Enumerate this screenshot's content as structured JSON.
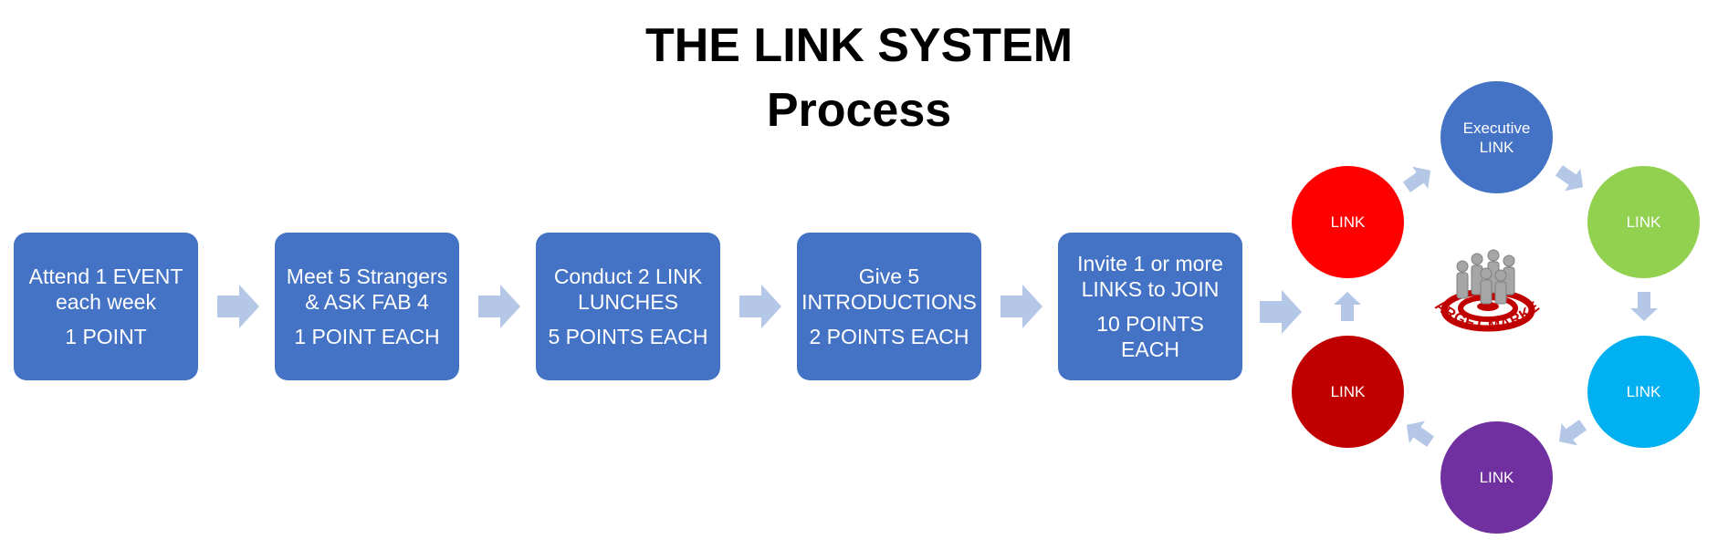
{
  "title": {
    "line1": "THE LINK SYSTEM",
    "line2": "Process"
  },
  "steps": [
    {
      "text": "Attend 1 EVENT each week",
      "points": "1 POINT"
    },
    {
      "text": "Meet 5 Strangers & ASK FAB 4",
      "points": "1 POINT EACH"
    },
    {
      "text": "Conduct 2 LINK LUNCHES",
      "points": "5 POINTS EACH"
    },
    {
      "text": "Give 5 INTRODUCTIONS",
      "points": "2 POINTS EACH"
    },
    {
      "text": "Invite 1 or more LINKS to JOIN",
      "points": "10 POINTS EACH"
    }
  ],
  "cycle": {
    "center_text": "TARGET MARKET",
    "nodes": [
      {
        "label": "Executive LINK",
        "color": "#4472c4"
      },
      {
        "label": "LINK",
        "color": "#92d050"
      },
      {
        "label": "LINK",
        "color": "#00b0f0"
      },
      {
        "label": "LINK",
        "color": "#7030a0"
      },
      {
        "label": "LINK",
        "color": "#c00000"
      },
      {
        "label": "LINK",
        "color": "#ff0000"
      }
    ]
  },
  "colors": {
    "step_fill": "#4472c4",
    "arrow_fill": "#b4c7e7",
    "target_red": "#c00000"
  }
}
